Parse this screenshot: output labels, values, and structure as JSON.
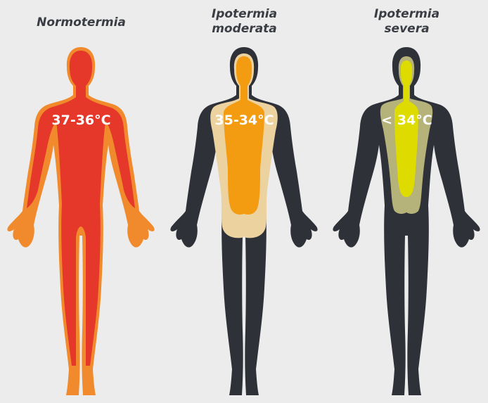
{
  "figures": [
    {
      "caption_lines": [
        "Normotermia"
      ],
      "temperature": "37-36°C",
      "colors": {
        "body": "#f08a2c",
        "core": "#e5382b"
      }
    },
    {
      "caption_lines": [
        "Ipotermia",
        "moderata"
      ],
      "temperature": "35-34°C",
      "colors": {
        "body": "#2e3138",
        "shell": "#ecd29e",
        "core": "#f39c12"
      }
    },
    {
      "caption_lines": [
        "Ipotermia",
        "severa"
      ],
      "temperature": "< 34°C",
      "colors": {
        "body": "#2e3138",
        "shell": "#b5b27a",
        "core": "#dedb00"
      }
    }
  ]
}
